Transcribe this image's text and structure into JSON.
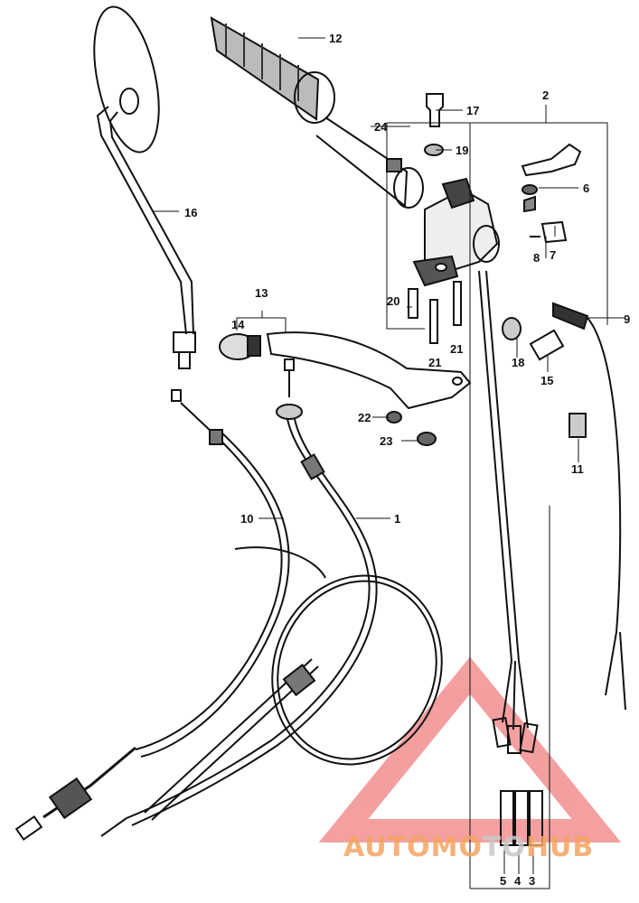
{
  "diagram": {
    "callouts": [
      {
        "id": "c1",
        "text": "1"
      },
      {
        "id": "c2",
        "text": "2"
      },
      {
        "id": "c3",
        "text": "3"
      },
      {
        "id": "c4",
        "text": "4"
      },
      {
        "id": "c5",
        "text": "5"
      },
      {
        "id": "c6",
        "text": "6"
      },
      {
        "id": "c7",
        "text": "7"
      },
      {
        "id": "c8",
        "text": "8"
      },
      {
        "id": "c9",
        "text": "9"
      },
      {
        "id": "c10",
        "text": "10"
      },
      {
        "id": "c11",
        "text": "11"
      },
      {
        "id": "c12",
        "text": "12"
      },
      {
        "id": "c13",
        "text": "13"
      },
      {
        "id": "c14",
        "text": "14"
      },
      {
        "id": "c15",
        "text": "15"
      },
      {
        "id": "c16",
        "text": "16"
      },
      {
        "id": "c17",
        "text": "17"
      },
      {
        "id": "c18",
        "text": "18"
      },
      {
        "id": "c19",
        "text": "19"
      },
      {
        "id": "c20",
        "text": "20"
      },
      {
        "id": "c21a",
        "text": "21"
      },
      {
        "id": "c21b",
        "text": "21"
      },
      {
        "id": "c22",
        "text": "22"
      },
      {
        "id": "c23",
        "text": "23"
      },
      {
        "id": "c24",
        "text": "24"
      }
    ]
  },
  "watermark": {
    "text_orange": "AUTOMO",
    "text_grey": "TO",
    "text_orange_end": "HUB",
    "color_orange": "#f4a460",
    "color_grey": "#c8c8c8",
    "color_triangle": "#f08080"
  }
}
